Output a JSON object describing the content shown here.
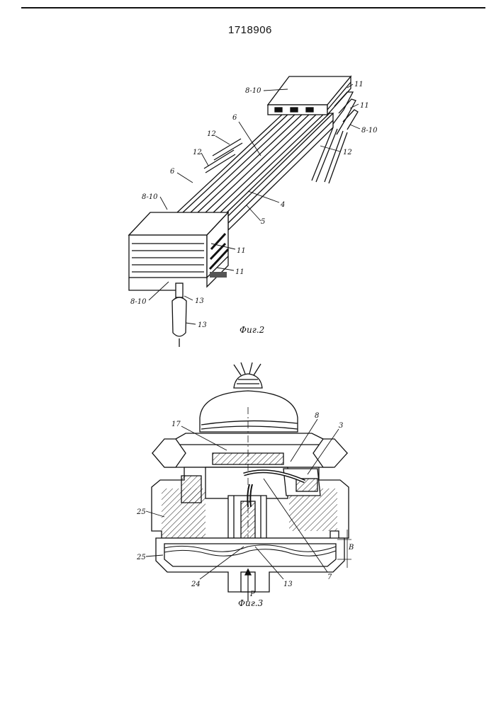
{
  "document": {
    "number": "1718906"
  },
  "figure2": {
    "caption": "Фиг.2",
    "labels": {
      "block_top": "8-10",
      "p11_a": "11",
      "p11_b": "11",
      "p8_10_right": "8-10",
      "p12_right": "12",
      "p6_top": "6",
      "p12_left_a": "12",
      "p12_left_b": "12",
      "p6_left": "6",
      "p4": "4",
      "p5": "5",
      "block_left": "8-10",
      "p11_c": "11",
      "p11_d": "11",
      "block_bottom": "8-10",
      "p13_a": "13",
      "p13_b": "13"
    }
  },
  "figure3": {
    "caption": "Фиг.3",
    "labels": {
      "p17": "17",
      "p8": "8",
      "p3": "3",
      "p25_a": "25",
      "p25_b": "25",
      "pB": "В",
      "p24": "24",
      "pP": "P",
      "p13": "13",
      "p7": "7"
    }
  }
}
